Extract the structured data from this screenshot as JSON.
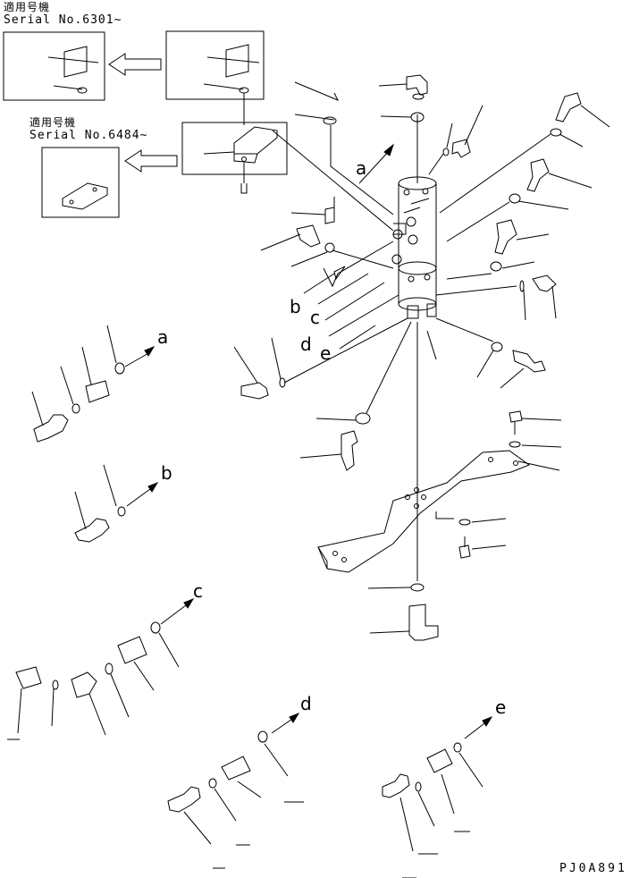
{
  "notes": [
    {
      "label": "適用号機",
      "serial": "Serial No.6301~"
    },
    {
      "label": "適用号機",
      "serial": "Serial No.6484~"
    }
  ],
  "callouts": [
    "a",
    "b",
    "c",
    "d",
    "e"
  ],
  "drawing_code": "PJ0A891"
}
